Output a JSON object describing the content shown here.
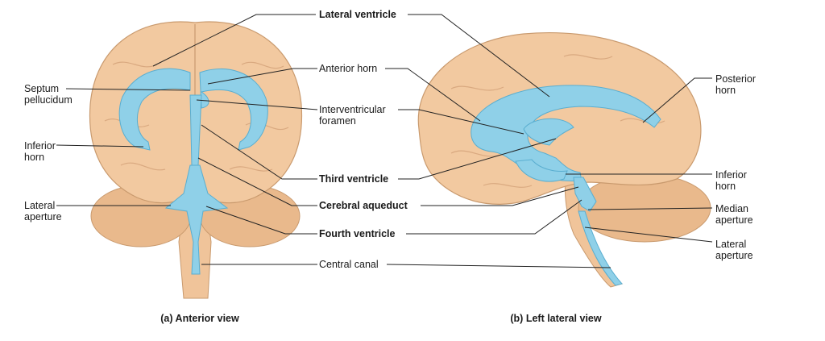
{
  "labels": {
    "lateral_ventricle": "Lateral ventricle",
    "anterior_horn": "Anterior horn",
    "interventricular_foramen": "Interventricular\nforamen",
    "third_ventricle": "Third ventricle",
    "cerebral_aqueduct": "Cerebral aqueduct",
    "fourth_ventricle": "Fourth ventricle",
    "central_canal": "Central canal",
    "septum_pellucidum": "Septum\npellucidum",
    "inferior_horn_left": "Inferior\nhorn",
    "lateral_aperture_left": "Lateral\naperture",
    "posterior_horn": "Posterior\nhorn",
    "inferior_horn_right": "Inferior\nhorn",
    "median_aperture": "Median\naperture",
    "lateral_aperture_right": "Lateral\naperture"
  },
  "captions": {
    "anterior": "(a) Anterior view",
    "lateral": "(b) Left lateral view"
  },
  "colors": {
    "brain": "#f2c9a0",
    "brain_stroke": "#c99a6e",
    "cerebellum": "#e9b98c",
    "ventricle": "#8fd0e8",
    "ventricle_stroke": "#5aaed0",
    "leader": "#222222"
  }
}
